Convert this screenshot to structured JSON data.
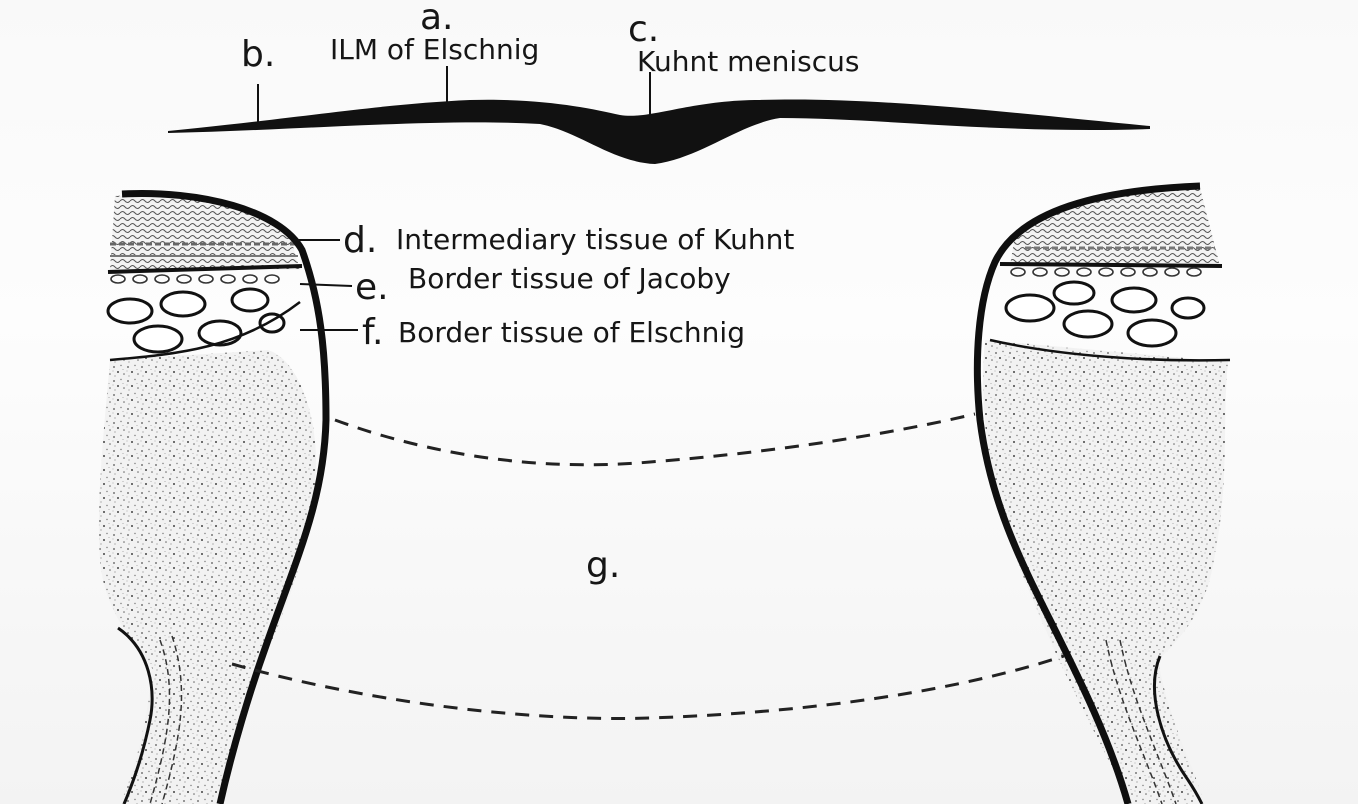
{
  "labels": {
    "a": {
      "letter": "a.",
      "text": "ILM of Elschnig"
    },
    "b": {
      "letter": "b.",
      "text": ""
    },
    "c": {
      "letter": "c.",
      "text": "Kuhnt meniscus"
    },
    "d": {
      "letter": "d.",
      "text": "Intermediary tissue of Kuhnt"
    },
    "e": {
      "letter": "e.",
      "text": "Border tissue of Jacoby"
    },
    "f": {
      "letter": "f.",
      "text": "Border tissue of Elschnig"
    },
    "g": {
      "letter": "g.",
      "text": ""
    }
  },
  "colors": {
    "ink": "#121212",
    "background": "#fbfbfb",
    "stipple": "#6a6a6a"
  }
}
